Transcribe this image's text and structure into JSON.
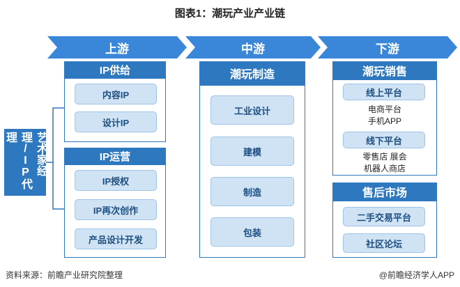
{
  "title": "图表1：潮玩产业产业链",
  "colors": {
    "accent": "#2e78c0",
    "arrow": "#3a86d8",
    "pill_fill": "#cfe3f5"
  },
  "stages": {
    "upstream": "上游",
    "midstream": "中游",
    "downstream": "下游"
  },
  "artist": "艺术家经理/IP代理",
  "upstream": {
    "ip_supply": {
      "header": "IP供给",
      "items": [
        "内容IP",
        "设计IP"
      ]
    },
    "ip_operation": {
      "header": "IP运营",
      "items": [
        "IP授权",
        "IP再次创作",
        "产品设计开发"
      ]
    }
  },
  "midstream": {
    "header": "潮玩制造",
    "items": [
      "工业设计",
      "建模",
      "制造",
      "包装"
    ]
  },
  "downstream": {
    "sales": {
      "header": "潮玩销售",
      "online": "线上平台",
      "online_desc": [
        "电商平台",
        "手机APP"
      ],
      "offline": "线下平台",
      "offline_desc": [
        "零售店 展会",
        "机器人商店"
      ]
    },
    "after_sales": {
      "header": "售后市场",
      "items": [
        "二手交易平台",
        "社区论坛"
      ]
    }
  },
  "footer": {
    "source": "资料来源：前瞻产业研究院整理",
    "brand": "@前瞻经济学人APP"
  }
}
